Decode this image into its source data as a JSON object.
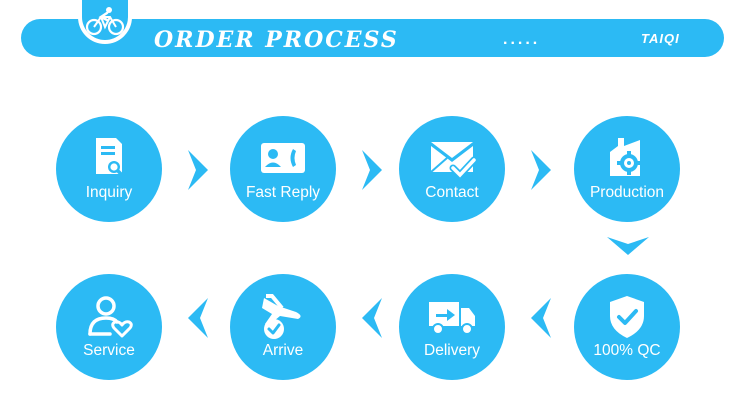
{
  "header": {
    "title": "ORDER PROCESS",
    "dots": ".....",
    "brand": "TAIQI",
    "logo_icon": "cyclist-icon"
  },
  "colors": {
    "accent": "#2cbaf4",
    "icon_fill": "#ffffff"
  },
  "steps": [
    {
      "label": "Inquiry",
      "icon": "document-search-icon"
    },
    {
      "label": "Fast Reply",
      "icon": "contact-card-phone-icon"
    },
    {
      "label": "Contact",
      "icon": "envelope-check-icon"
    },
    {
      "label": "Production",
      "icon": "factory-gear-icon"
    },
    {
      "label": "100% QC",
      "icon": "shield-check-icon"
    },
    {
      "label": "Delivery",
      "icon": "truck-icon"
    },
    {
      "label": "Arrive",
      "icon": "airplane-check-icon"
    },
    {
      "label": "Service",
      "icon": "user-heart-icon"
    }
  ]
}
